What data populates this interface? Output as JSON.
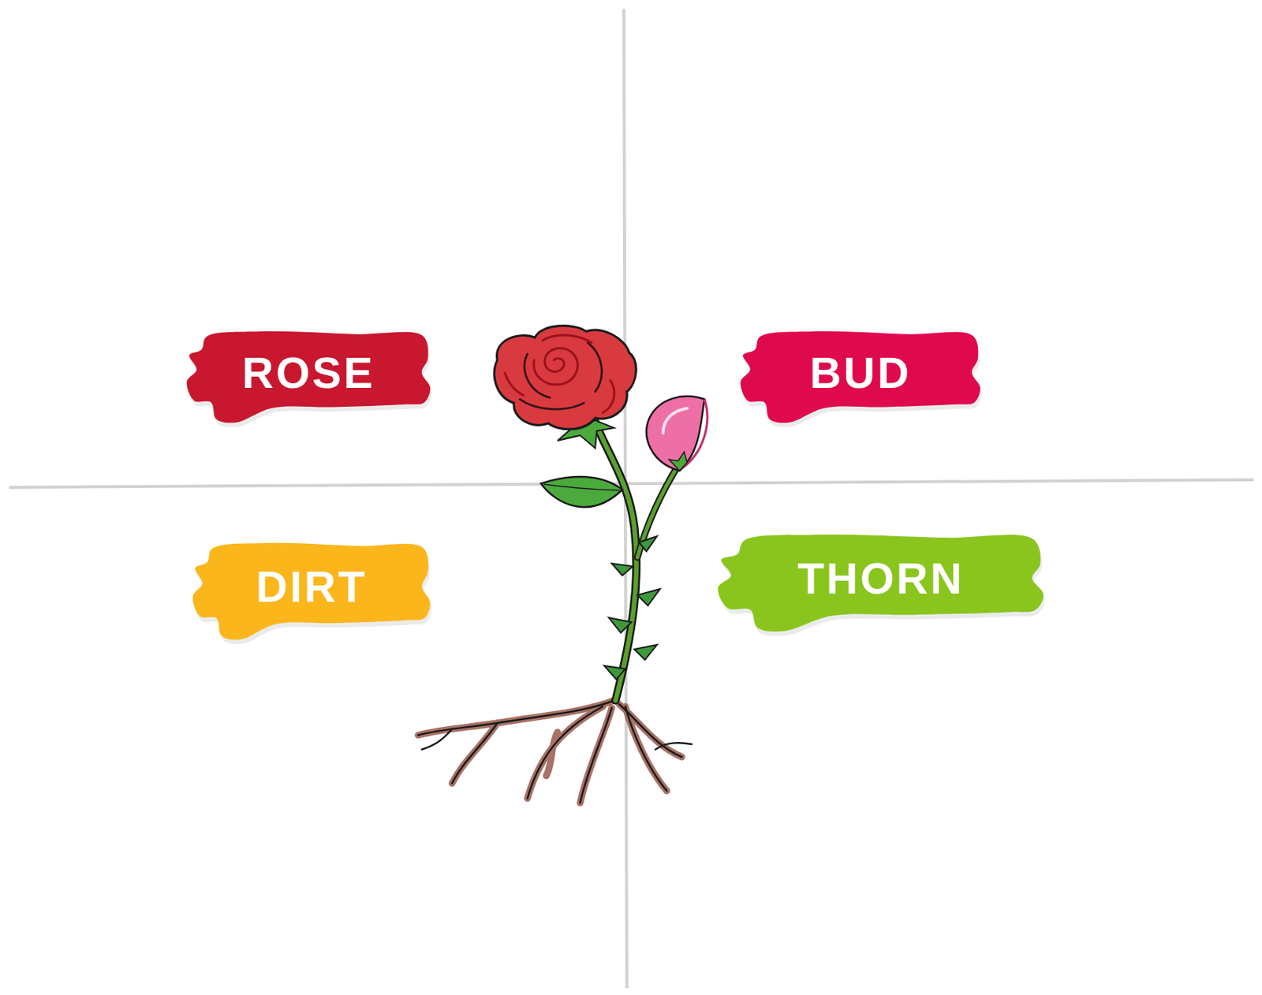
{
  "diagram": {
    "nodes": [
      {
        "text": [
          "ROSE"
        ]
      },
      {
        "text": [
          "BUD"
        ]
      },
      {
        "text": [
          "DIRT"
        ]
      },
      {
        "text": [
          "THORN"
        ]
      }
    ]
  }
}
